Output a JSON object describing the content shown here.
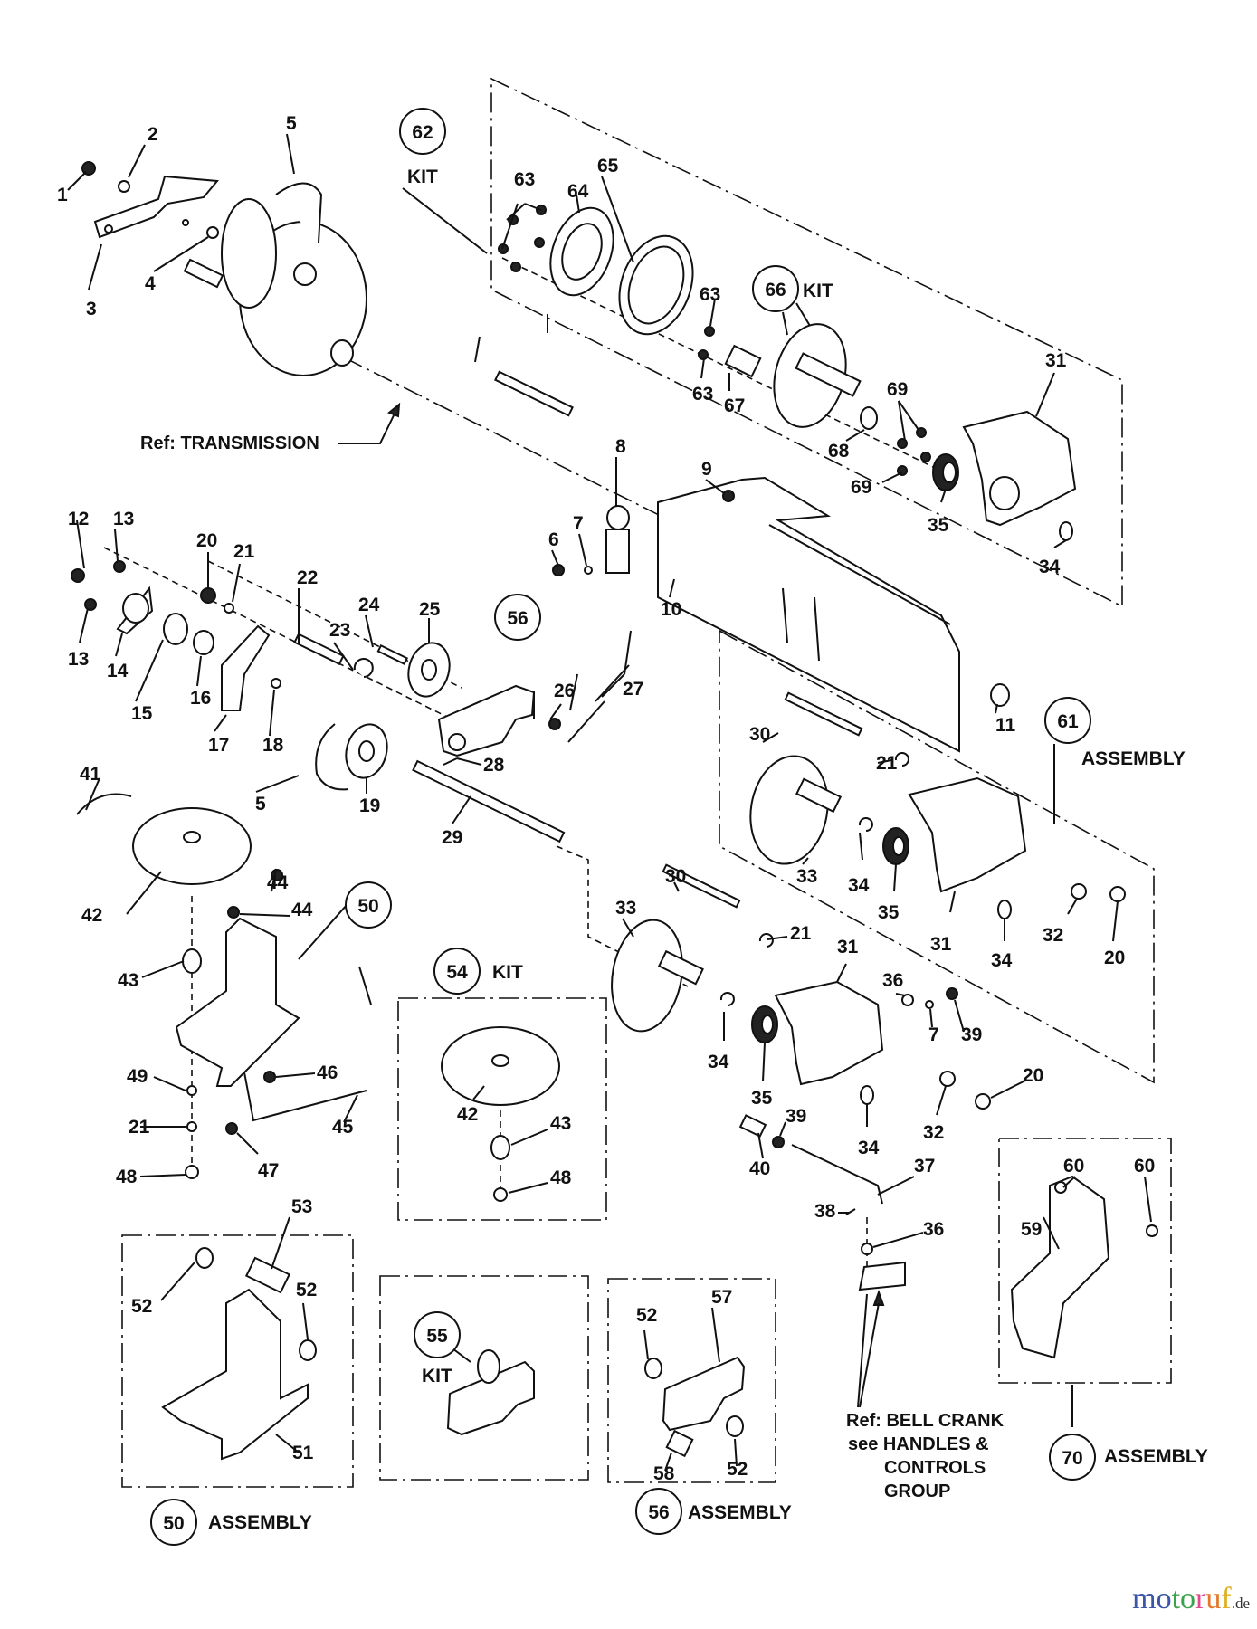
{
  "diagram": {
    "title": "Transmission / Drive parts exploded view",
    "part_labels": [
      {
        "id": "1",
        "text": "1"
      },
      {
        "id": "2",
        "text": "2"
      },
      {
        "id": "3",
        "text": "3"
      },
      {
        "id": "4",
        "text": "4"
      },
      {
        "id": "5a",
        "text": "5"
      },
      {
        "id": "5b",
        "text": "5"
      },
      {
        "id": "6",
        "text": "6"
      },
      {
        "id": "7a",
        "text": "7"
      },
      {
        "id": "7b",
        "text": "7"
      },
      {
        "id": "8",
        "text": "8"
      },
      {
        "id": "9",
        "text": "9"
      },
      {
        "id": "10",
        "text": "10"
      },
      {
        "id": "11",
        "text": "11"
      },
      {
        "id": "12",
        "text": "12"
      },
      {
        "id": "13a",
        "text": "13"
      },
      {
        "id": "13b",
        "text": "13"
      },
      {
        "id": "14",
        "text": "14"
      },
      {
        "id": "15",
        "text": "15"
      },
      {
        "id": "16",
        "text": "16"
      },
      {
        "id": "17",
        "text": "17"
      },
      {
        "id": "18",
        "text": "18"
      },
      {
        "id": "19",
        "text": "19"
      },
      {
        "id": "20a",
        "text": "20"
      },
      {
        "id": "20b",
        "text": "20"
      },
      {
        "id": "20c",
        "text": "20"
      },
      {
        "id": "21a",
        "text": "21"
      },
      {
        "id": "21b",
        "text": "21"
      },
      {
        "id": "21c",
        "text": "21"
      },
      {
        "id": "21d",
        "text": "21"
      },
      {
        "id": "22",
        "text": "22"
      },
      {
        "id": "23",
        "text": "23"
      },
      {
        "id": "24",
        "text": "24"
      },
      {
        "id": "25",
        "text": "25"
      },
      {
        "id": "26",
        "text": "26"
      },
      {
        "id": "27",
        "text": "27"
      },
      {
        "id": "28",
        "text": "28"
      },
      {
        "id": "29",
        "text": "29"
      },
      {
        "id": "30a",
        "text": "30"
      },
      {
        "id": "30b",
        "text": "30"
      },
      {
        "id": "31a",
        "text": "31"
      },
      {
        "id": "31b",
        "text": "31"
      },
      {
        "id": "31c",
        "text": "31"
      },
      {
        "id": "32a",
        "text": "32"
      },
      {
        "id": "32b",
        "text": "32"
      },
      {
        "id": "33a",
        "text": "33"
      },
      {
        "id": "33b",
        "text": "33"
      },
      {
        "id": "34a",
        "text": "34"
      },
      {
        "id": "34b",
        "text": "34"
      },
      {
        "id": "34c",
        "text": "34"
      },
      {
        "id": "34d",
        "text": "34"
      },
      {
        "id": "34e",
        "text": "34"
      },
      {
        "id": "35a",
        "text": "35"
      },
      {
        "id": "35b",
        "text": "35"
      },
      {
        "id": "35c",
        "text": "35"
      },
      {
        "id": "36a",
        "text": "36"
      },
      {
        "id": "36b",
        "text": "36"
      },
      {
        "id": "37",
        "text": "37"
      },
      {
        "id": "38",
        "text": "38"
      },
      {
        "id": "39a",
        "text": "39"
      },
      {
        "id": "39b",
        "text": "39"
      },
      {
        "id": "40",
        "text": "40"
      },
      {
        "id": "41",
        "text": "41"
      },
      {
        "id": "42a",
        "text": "42"
      },
      {
        "id": "42b",
        "text": "42"
      },
      {
        "id": "43a",
        "text": "43"
      },
      {
        "id": "43b",
        "text": "43"
      },
      {
        "id": "44a",
        "text": "44"
      },
      {
        "id": "44b",
        "text": "44"
      },
      {
        "id": "45",
        "text": "45"
      },
      {
        "id": "46",
        "text": "46"
      },
      {
        "id": "47",
        "text": "47"
      },
      {
        "id": "48a",
        "text": "48"
      },
      {
        "id": "48b",
        "text": "48"
      },
      {
        "id": "49",
        "text": "49"
      },
      {
        "id": "51",
        "text": "51"
      },
      {
        "id": "52a",
        "text": "52"
      },
      {
        "id": "52b",
        "text": "52"
      },
      {
        "id": "52c",
        "text": "52"
      },
      {
        "id": "52d",
        "text": "52"
      },
      {
        "id": "53",
        "text": "53"
      },
      {
        "id": "57",
        "text": "57"
      },
      {
        "id": "58",
        "text": "58"
      },
      {
        "id": "59",
        "text": "59"
      },
      {
        "id": "60a",
        "text": "60"
      },
      {
        "id": "60b",
        "text": "60"
      },
      {
        "id": "63a",
        "text": "63"
      },
      {
        "id": "63b",
        "text": "63"
      },
      {
        "id": "63c",
        "text": "63"
      },
      {
        "id": "64",
        "text": "64"
      },
      {
        "id": "65",
        "text": "65"
      },
      {
        "id": "67",
        "text": "67"
      },
      {
        "id": "68",
        "text": "68"
      },
      {
        "id": "69a",
        "text": "69"
      },
      {
        "id": "69b",
        "text": "69"
      }
    ],
    "callouts": [
      {
        "id": "62",
        "number": "62",
        "suffix": "KIT"
      },
      {
        "id": "66",
        "number": "66",
        "suffix": "KIT"
      },
      {
        "id": "56top",
        "number": "56",
        "suffix": ""
      },
      {
        "id": "61",
        "number": "61",
        "suffix": "ASSEMBLY"
      },
      {
        "id": "50top",
        "number": "50",
        "suffix": ""
      },
      {
        "id": "54",
        "number": "54",
        "suffix": "KIT"
      },
      {
        "id": "55",
        "number": "55",
        "suffix": "KIT"
      },
      {
        "id": "50bot",
        "number": "50",
        "suffix": "ASSEMBLY"
      },
      {
        "id": "56bot",
        "number": "56",
        "suffix": "ASSEMBLY"
      },
      {
        "id": "70",
        "number": "70",
        "suffix": "ASSEMBLY"
      }
    ],
    "references": {
      "transmission": "Ref: TRANSMISSION",
      "bell_crank_lines": [
        "Ref: BELL CRANK",
        "see HANDLES &",
        "CONTROLS",
        "GROUP"
      ]
    }
  },
  "watermark": {
    "letters": [
      {
        "ch": "m",
        "color": "#3b55a8"
      },
      {
        "ch": "o",
        "color": "#3b55a8"
      },
      {
        "ch": "t",
        "color": "#3aa34a"
      },
      {
        "ch": "o",
        "color": "#3aa34a"
      },
      {
        "ch": "r",
        "color": "#e04a8c"
      },
      {
        "ch": "u",
        "color": "#e07a2a"
      },
      {
        "ch": "f",
        "color": "#e0b020"
      }
    ],
    "tld": ".de"
  }
}
